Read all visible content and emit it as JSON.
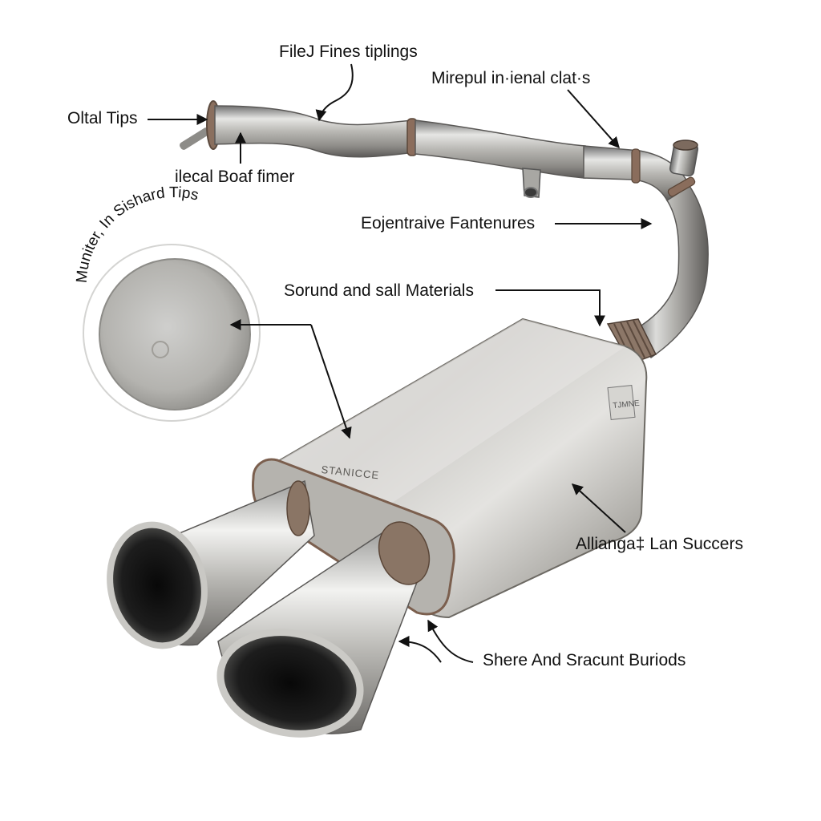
{
  "diagram": {
    "labels": {
      "top_center": "FileJ Fines tiplings",
      "top_right": "Mirepul in·ienal clat·s",
      "left_tips": "Oltal Tips",
      "left_below": "ilecal Boaf fimer",
      "right_mid": "Eojentraive Fantenures",
      "center_mid": "Sorund and sall Materials",
      "right_lower": "Allianga‡ Lan Succers",
      "bottom": "Shere And Sracunt Buriods"
    },
    "inset": {
      "arc_text": "Muniter, In Sishard Tips"
    },
    "muffler": {
      "stamp_text": "STANICCE",
      "end_plate_text": "TJMNE"
    }
  }
}
